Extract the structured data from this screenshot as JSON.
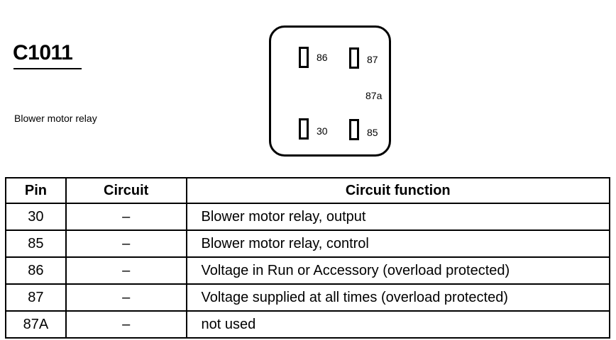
{
  "connector": {
    "id": "C1011",
    "description": "Blower motor relay",
    "diagram_pins": [
      {
        "label": "86"
      },
      {
        "label": "87"
      },
      {
        "label": "87a"
      },
      {
        "label": "30"
      },
      {
        "label": "85"
      }
    ]
  },
  "table": {
    "headers": [
      "Pin",
      "Circuit",
      "Circuit function"
    ],
    "rows": [
      {
        "pin": "30",
        "circuit": "–",
        "function": "Blower motor relay, output"
      },
      {
        "pin": "85",
        "circuit": "–",
        "function": "Blower motor relay, control"
      },
      {
        "pin": "86",
        "circuit": "–",
        "function": "Voltage in Run or Accessory (overload protected)"
      },
      {
        "pin": "87",
        "circuit": "–",
        "function": "Voltage supplied at all times (overload protected)"
      },
      {
        "pin": "87A",
        "circuit": "–",
        "function": "not used"
      }
    ]
  }
}
